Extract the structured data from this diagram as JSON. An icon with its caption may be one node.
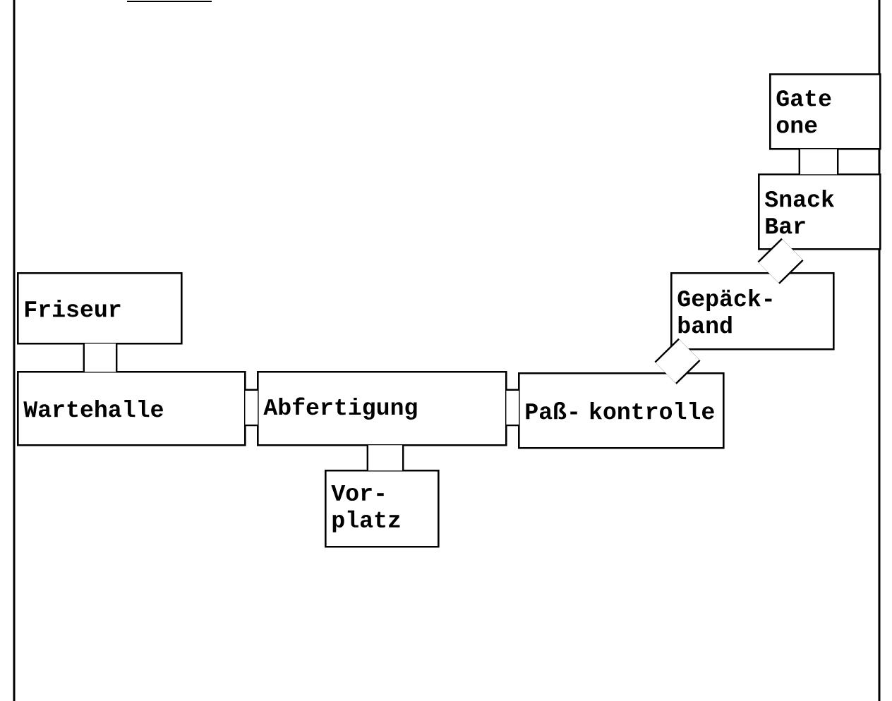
{
  "diagram": {
    "nodes": [
      {
        "text": [
          "Friseur"
        ]
      },
      {
        "text": [
          "Wartehalle"
        ]
      },
      {
        "text": [
          "Abfertigung"
        ]
      },
      {
        "text": [
          "Vor- platz"
        ]
      },
      {
        "text": [
          "Paß- kontrolle"
        ]
      },
      {
        "text": [
          "Gepäck- band"
        ]
      },
      {
        "text": [
          "Snack Bar"
        ]
      },
      {
        "text": [
          "Gate one"
        ]
      }
    ],
    "edges": [
      {
        "from": 0,
        "to": 1,
        "arrow": "none"
      },
      {
        "from": 1,
        "to": 2,
        "arrow": "none"
      },
      {
        "from": 2,
        "to": 3,
        "arrow": "none"
      },
      {
        "from": 2,
        "to": 4,
        "arrow": "none"
      },
      {
        "from": 4,
        "to": 5,
        "arrow": "none"
      },
      {
        "from": 5,
        "to": 6,
        "arrow": "none"
      },
      {
        "from": 6,
        "to": 7,
        "arrow": "none"
      }
    ]
  }
}
